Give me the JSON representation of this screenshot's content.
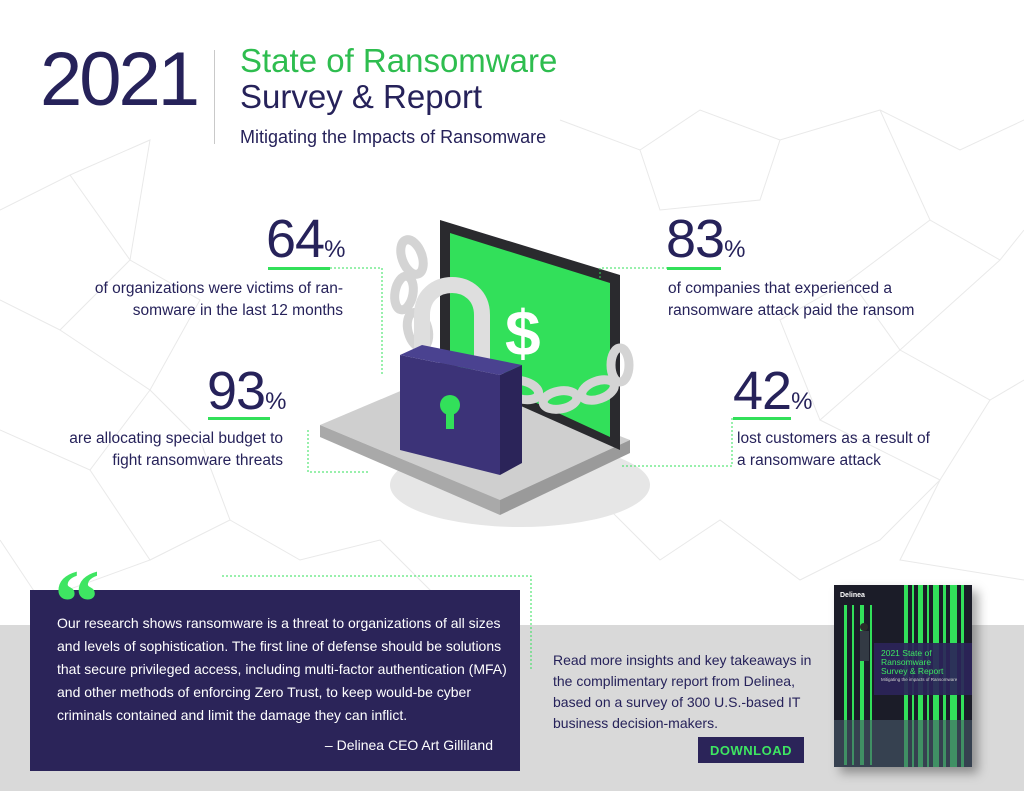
{
  "header": {
    "year": "2021",
    "title_line1": "State of Ransomware",
    "title_line2": "Survey & Report",
    "subtitle": "Mitigating the Impacts of Ransomware"
  },
  "stats": [
    {
      "number": "64",
      "unit": "%",
      "text_line1": "of organizations were victims of ran-",
      "text_line2": "somware in the last 12 months"
    },
    {
      "number": "93",
      "unit": "%",
      "text_line1": "are allocating special budget to",
      "text_line2": "fight ransomware threats"
    },
    {
      "number": "83",
      "unit": "%",
      "text_line1": "of companies that experienced a",
      "text_line2": "ransomware attack paid the ransom"
    },
    {
      "number": "42",
      "unit": "%",
      "text_line1": "lost customers as a result of",
      "text_line2": "a ransomware attack"
    }
  ],
  "quote": {
    "mark": "“",
    "text": "Our research shows ransomware is a threat to organizations of all sizes and levels of sophistication. The first line of defense should be solutions that secure privileged access, including multi-factor authentication (MFA) and other methods of enforcing Zero Trust, to keep would-be cyber criminals contained and limit the damage they can inflict.",
    "attribution": "– Delinea CEO Art Gilliland"
  },
  "cta": {
    "text": "Read more insights and key takeaways in the complimentary report from Delinea, based on a survey of 300 U.S.-based IT business decision-makers.",
    "button_label": "DOWNLOAD"
  },
  "book": {
    "logo": "Delinea",
    "title_line1": "2021 State of",
    "title_line2": "Ransomware",
    "title_line3": "Survey & Report",
    "subtitle": "Mitigating the impacts of Ransomware"
  },
  "illustration": {
    "screen_symbol": "$",
    "icons": [
      "laptop-icon",
      "padlock-icon",
      "chain-icon",
      "keyhole-icon"
    ]
  },
  "colors": {
    "navy": "#26225a",
    "green": "#32e05a",
    "quote_bg": "#2b2459",
    "band_gray": "#d9d9d9"
  }
}
